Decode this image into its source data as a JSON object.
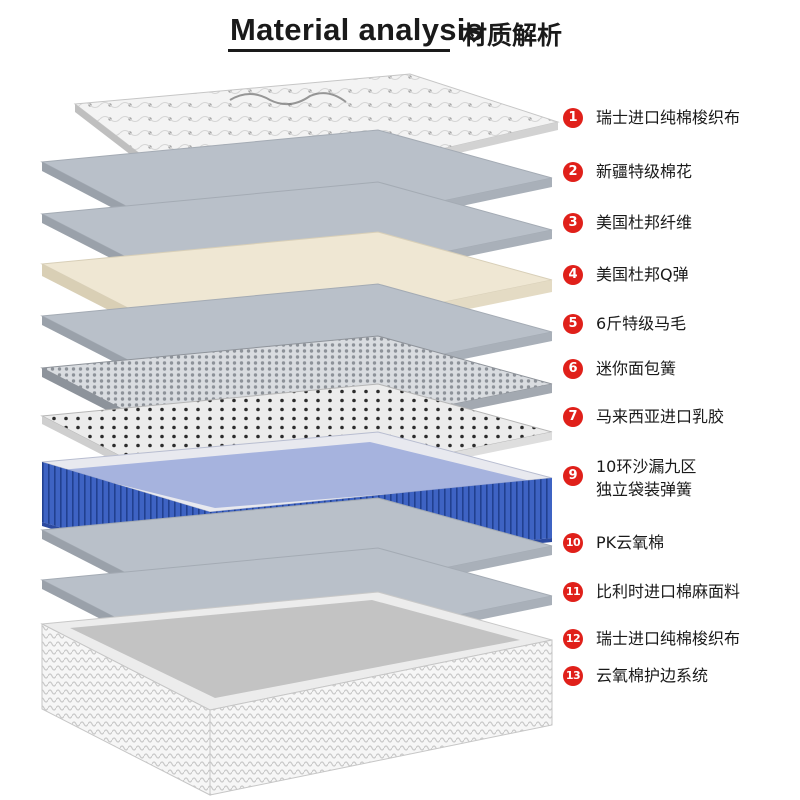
{
  "header": {
    "title_en": "Material analysis",
    "title_zh": "材质解析"
  },
  "legend": [
    {
      "num": "1",
      "text": "瑞士进口纯棉梭织布"
    },
    {
      "num": "2",
      "text": "新疆特级棉花"
    },
    {
      "num": "3",
      "text": "美国杜邦纤维"
    },
    {
      "num": "4",
      "text": "美国杜邦Q弹"
    },
    {
      "num": "5",
      "text": "6斤特级马毛"
    },
    {
      "num": "6",
      "text": "迷你面包簧"
    },
    {
      "num": "7",
      "text": "马来西亚进口乳胶"
    },
    {
      "num": "9",
      "line1": "10环沙漏九区",
      "line2": "独立袋装弹簧"
    },
    {
      "num": "10",
      "text": "PK云氧棉"
    },
    {
      "num": "11",
      "text": "比利时进口棉麻面料"
    },
    {
      "num": "12",
      "text": "瑞士进口纯棉梭织布"
    },
    {
      "num": "13",
      "text": "云氧棉护边系统"
    }
  ],
  "colors": {
    "badge": "#e0201a",
    "layer_gray": "#b5bcc6",
    "layer_cream": "#efe7d3",
    "spring_blue": "#3f66c6"
  }
}
